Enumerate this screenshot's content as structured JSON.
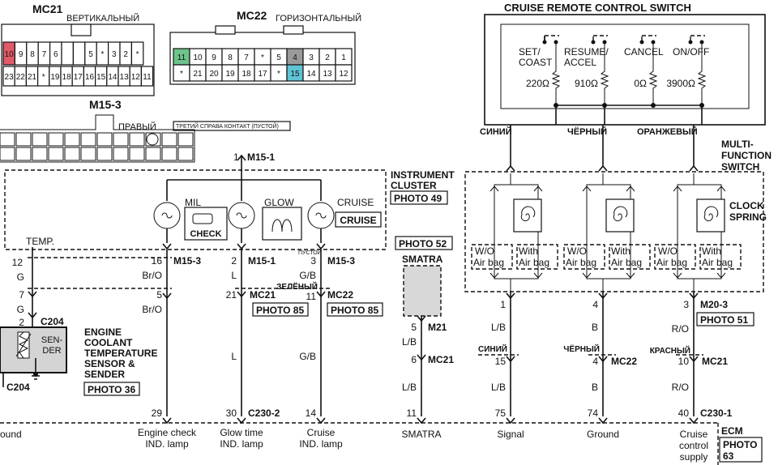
{
  "connectors": {
    "mc21": {
      "title": "MC21",
      "orient": "ВЕРТИКАЛЬНЫЙ",
      "row1": [
        "10",
        "9",
        "8",
        "7",
        "6",
        "",
        "",
        "5",
        "*",
        "3",
        "2",
        "*"
      ],
      "row2": [
        "23",
        "22",
        "21",
        "*",
        "19",
        "18",
        "17",
        "16",
        "15",
        "14",
        "13",
        "12",
        "11"
      ]
    },
    "mc22": {
      "title": "MC22",
      "orient": "ГОРИЗОНТАЛЬНЫЙ",
      "row1": [
        "11",
        "10",
        "9",
        "8",
        "7",
        "*",
        "5",
        "4",
        "3",
        "2",
        "1"
      ],
      "row2": [
        "*",
        "21",
        "20",
        "19",
        "18",
        "17",
        "*",
        "15",
        "14",
        "13",
        "12"
      ]
    },
    "m153": {
      "title": "M15-3",
      "side": "ПРАВЫЙ",
      "note": "ТРЕТИЙ СПРАВА КОНТАКТ (ПУСТОЙ)"
    }
  },
  "cruise_switch": {
    "title": "CRUISE REMOTE CONTROL SWITCH",
    "buttons": [
      "SET/\nCOAST",
      "RESUME/\nACCEL",
      "CANCEL",
      "ON/OFF"
    ],
    "resistors": [
      "220Ω",
      "910Ω",
      "0Ω",
      "3900Ω"
    ]
  },
  "wire_colors_top": [
    "СИНИЙ",
    "ЧЁРНЫЙ",
    "ОРАНЖЕВЫЙ"
  ],
  "mfs": {
    "title": [
      "MULTI-",
      "FUNCTION",
      "SWITCH"
    ],
    "clock": [
      "CLOCK",
      "SPRING"
    ],
    "wo": [
      "W/O",
      "Air bag"
    ],
    "with": [
      "With",
      "Air bag"
    ]
  },
  "cluster": {
    "title": [
      "INSTRUMENT",
      "CLUSTER"
    ],
    "photo": "PHOTO 49",
    "m151_top": "M15-1",
    "m151_pin": "1",
    "lamps": [
      "MIL",
      "GLOW",
      "CRUISE"
    ],
    "check": "CHECK",
    "cruise_box": "CRUISE",
    "empty": "ПУСТОЙ"
  },
  "temp": "TEMP.",
  "col_temp": {
    "p1": "12",
    "c1": "G",
    "p2": "7",
    "c2": "G",
    "p3": "2",
    "conn": "C204"
  },
  "col_check": {
    "p1": "16",
    "m1": "M15-3",
    "c1": "Br/O",
    "p2": "5",
    "c2": "Br/O",
    "p3": "29",
    "lab": [
      "Engine check",
      "IND. lamp"
    ]
  },
  "col_glow": {
    "p1": "2",
    "m1": "M15-1",
    "c1": "L",
    "p2": "21",
    "m2": "MC21",
    "photo": "PHOTO 85",
    "c2": "L",
    "p3": "30",
    "m3": "C230-2",
    "lab": [
      "Glow time",
      "IND. lamp"
    ]
  },
  "col_cruise": {
    "p1": "3",
    "m1": "M15-3",
    "c1": "G/B",
    "green": "ЗЕЛЁНЫЙ",
    "p2": "11",
    "m2": "MC22",
    "photo": "PHOTO 85",
    "c2": "G/B",
    "p3": "14",
    "lab": [
      "Cruise",
      "IND. lamp"
    ]
  },
  "smatra": {
    "photo": "PHOTO 52",
    "title": "SMATRA",
    "p1": "5",
    "m1": "M21",
    "c1": "L/B",
    "p2": "6",
    "m2": "MC21",
    "c2": "L/B",
    "p3": "11",
    "lab": "SMATRA"
  },
  "sensor": {
    "lab": [
      "ENGINE",
      "COOLANT",
      "TEMPERATURE",
      "SENSOR &",
      "SENDER"
    ],
    "sender": [
      "SEN-",
      "DER"
    ],
    "photo": "PHOTO 36",
    "conn": "C204",
    "ground": "ound"
  },
  "col_signal": {
    "p1": "1",
    "c1": "L/B",
    "blue": "СИНИЙ",
    "p2": "15",
    "c2": "L/B",
    "p3": "75",
    "lab": "Signal"
  },
  "col_ground": {
    "p1": "4",
    "c1": "B",
    "black": "ЧЁРНЫЙ",
    "p2": "4",
    "m2": "MC22",
    "c2": "B",
    "p3": "74",
    "lab": "Ground"
  },
  "col_supply": {
    "p1": "3",
    "m1": "M20-3",
    "photo": "PHOTO 51",
    "c1": "R/O",
    "red": "КРАСНЫЙ",
    "p2": "10",
    "m2": "MC21",
    "c2": "R/O",
    "p3": "40",
    "m3": "C230-1",
    "lab": [
      "Cruise",
      "control",
      "supply"
    ]
  },
  "ecm": {
    "title": "ECM",
    "photo": [
      "PHOTO",
      "63"
    ]
  },
  "colors": {
    "green": "#6cc48a",
    "red": "#e05a6a",
    "gray": "#9a9a9a",
    "cyan": "#5fc3d6",
    "blue": "#1f3fb0",
    "black_lbl": "#1a6b1a",
    "orange": "#e07010",
    "redtxt": "#d01010",
    "greentxt": "#1a9a1a"
  }
}
